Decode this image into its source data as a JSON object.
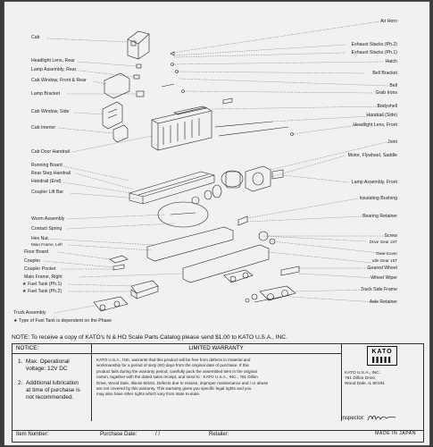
{
  "labels_left": [
    "Cab",
    "Headlight Lens, Rear",
    "Lamp Assembly, Rear",
    "Cab Window, Front & Rear",
    "Lamp Bracket",
    "Cab Window, Side",
    "Cab Interior",
    "Cab Door Handrail",
    "Running Board",
    "Rear Step Handrail",
    "Handrail (End)",
    "Coupler Lift Bar",
    "Worm Assembly",
    "Contact Spring",
    "Hex Nut",
    "Main Frame, Left",
    "Floor Board",
    "Coupler",
    "Coupler Pocket",
    "Main Frame, Right",
    "★ Fuel Tank (Ph.1)",
    "★ Fuel Tank (Ph.2)",
    "Truck Assembly"
  ],
  "labels_right": [
    "Air Horn",
    "Exhaust Stacks (Ph.2)",
    "Exhaust Stacks (Ph.1)",
    "Hatch",
    "Bell Bracket",
    "Bell",
    "Grab Irons",
    "Bodyshell",
    "Handrail (Side)",
    "Headlight Lens, Front",
    "Joint",
    "Motor, Flywheel, Saddle",
    "Lamp Assembly, Front",
    "Insulating Bushing",
    "Bearing Retainer",
    "Screw",
    "Drive Gear 24T",
    "Gear Cover",
    "Idle Gear 15T",
    "Geared Wheel",
    "Wheel Wiper",
    "Truck Side Frame",
    "Axle Retainer"
  ],
  "footnote": "★ Type of Fuel Tank is dependent on the Phase",
  "note": "NOTE: To receive a copy of KATO's N & HO Scale Parts Catalog please send $1.00 to KATO U.S.A., INC.",
  "notice": {
    "header": "NOTICE:",
    "items": [
      {
        "num": "1.",
        "lines": [
          "Max. Operational",
          "voltage: 12V DC"
        ]
      },
      {
        "num": "2.",
        "lines": [
          "Additional lubrication",
          "at time of purchase is",
          "not recommended."
        ]
      }
    ]
  },
  "warranty": {
    "header": "LIMITED WARRANTY",
    "lines": [
      "KATO U.S.A., INC. warrants that this product will be free from defects in material and",
      "workmanship for a period of sixty (60) days from the original date of purchase. If this",
      "product fails during the warranty period, carefully pack the assembled item in the original",
      "carton, together with the dated sales receipt, and send to : KATO U.S.A., INC., 781 Dillon",
      "Drive, Wood Dale, Illinois 60191. Defects due to misuse, improper maintenance and / or abuse",
      "are not covered by this warranty. This warranty gives you specific legal rights and you",
      "may also have other rights which vary from state to state."
    ]
  },
  "kato": {
    "logo": "KATO",
    "address": [
      "KATO U.S.A., INC.",
      "781 Dillon Drive,",
      "Wood Dale, IL 60191"
    ]
  },
  "form": {
    "inspector": "Inspector:",
    "item_number": "Item Number:",
    "purchase_date": "Purchase Date:",
    "date_slashes": "/          /",
    "retailer": "Retailer:",
    "made_in": "MADE IN JAPAN"
  }
}
